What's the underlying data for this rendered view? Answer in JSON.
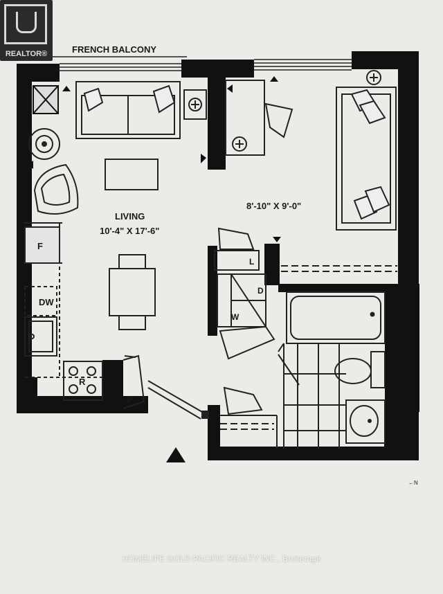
{
  "badge": {
    "text": "REALTOR®"
  },
  "plan": {
    "balcony_label": "FRENCH BALCONY",
    "living_label": "LIVING",
    "living_dims": "10'-4\" X 17'-6\"",
    "bedroom_dims": "8'-10\" X 9'-0\"",
    "fridge_label": "F",
    "dishwasher_label": "DW",
    "range_label": "R",
    "pantry_label": "P",
    "linen_label": "L",
    "dryer_label": "D",
    "washer_label": "W",
    "north_note": "←N"
  },
  "watermark": {
    "text": "HOMELIFE GOLD PACIFIC REALTY INC., Brokerage"
  }
}
